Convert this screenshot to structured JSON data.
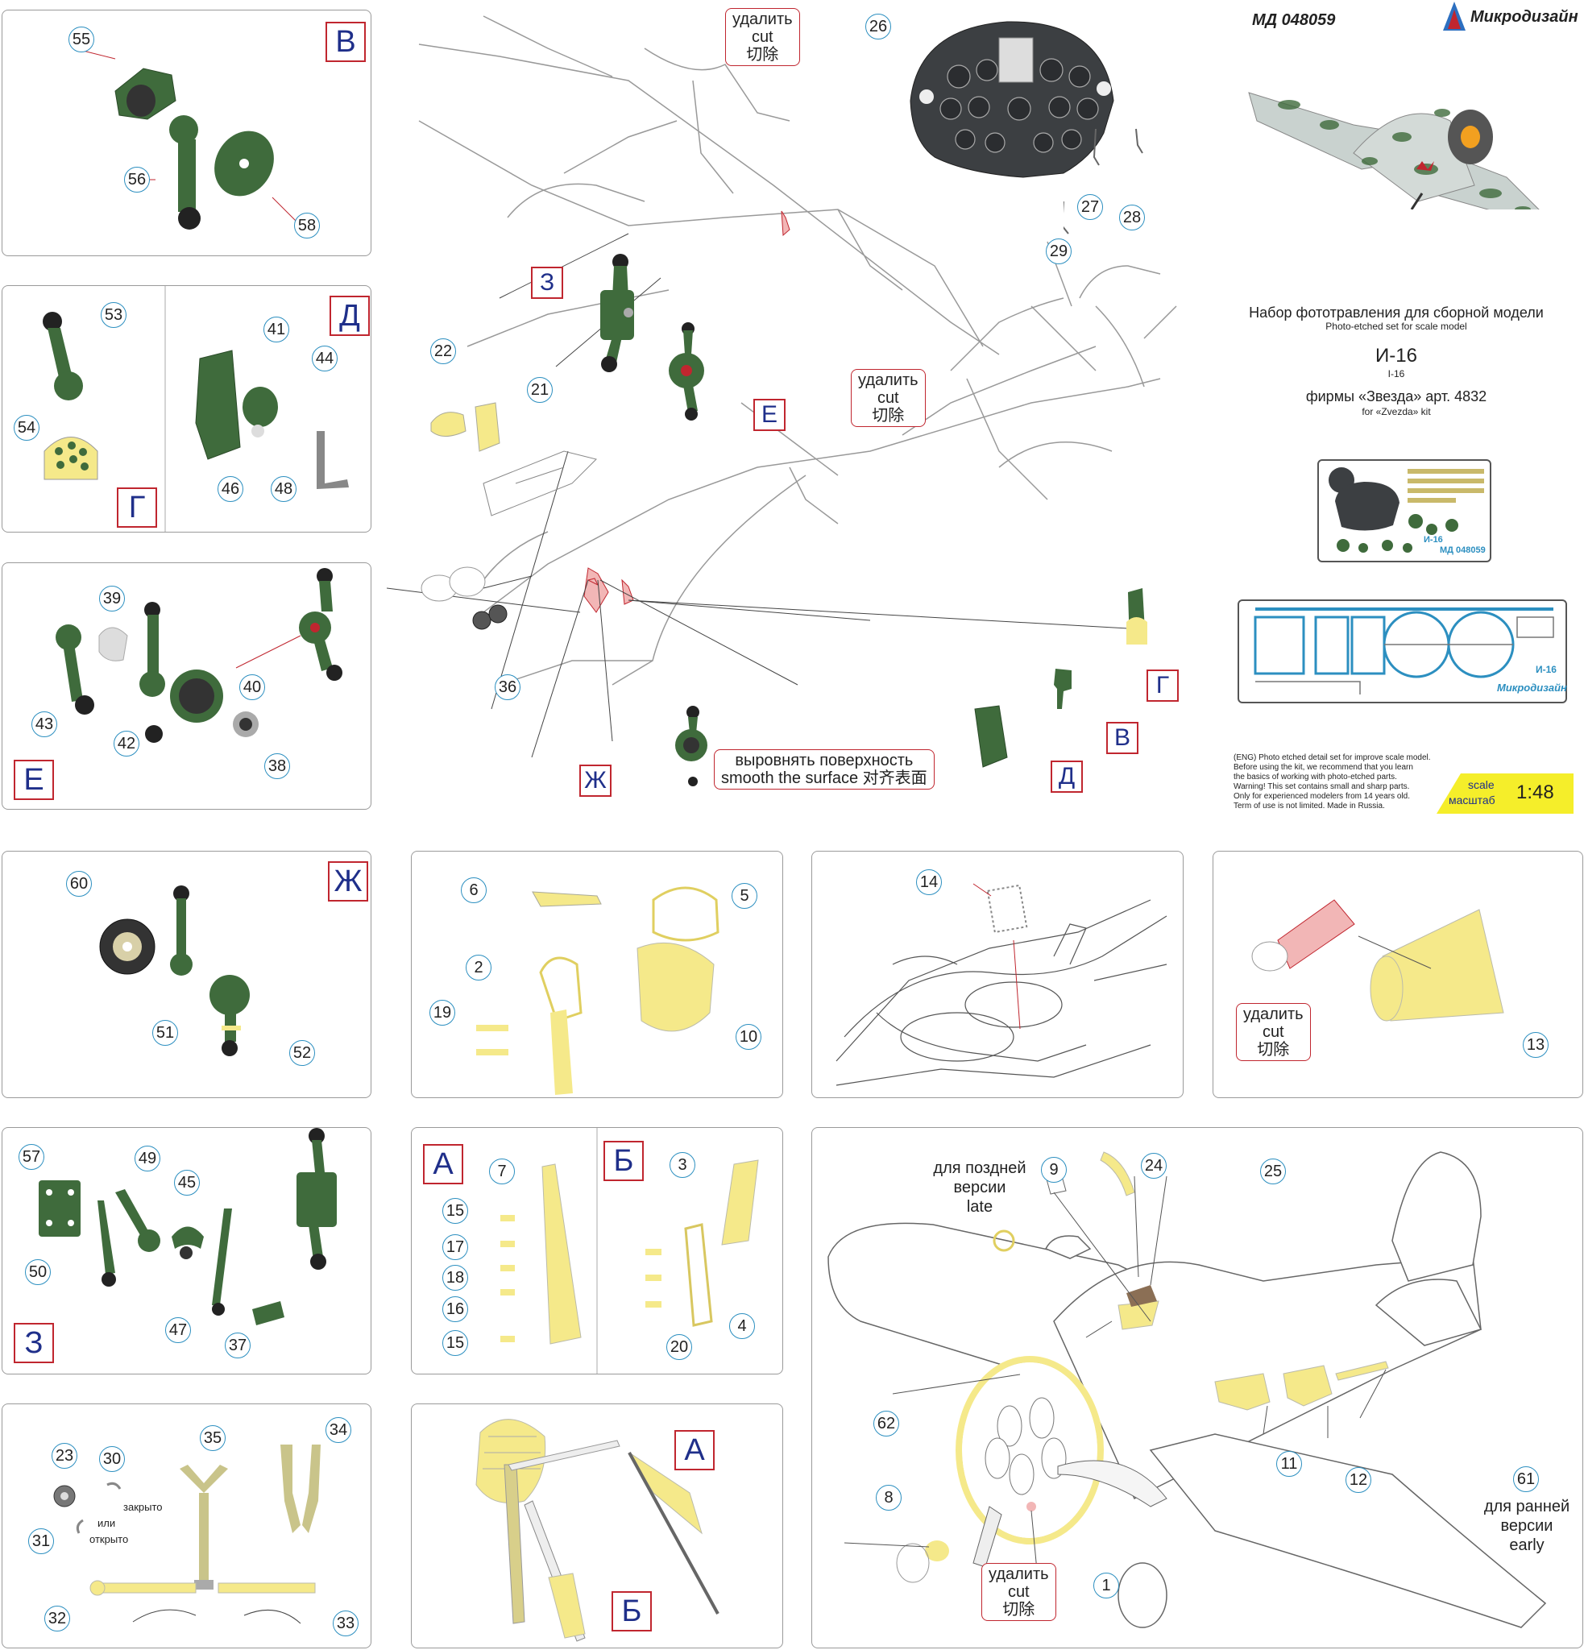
{
  "header": {
    "code": "МД 048059",
    "brand": "Микродизайн",
    "title_ru": "Набор фототравления для сборной модели",
    "title_en": "Photo-etched set for scale model",
    "model_ru": "И-16",
    "model_en": "I-16",
    "kit_ru": "фирмы «Звезда» арт. 4832",
    "kit_en": "for «Zvezda» kit",
    "fret1_label": "И-16",
    "fret1_code": "МД 048059",
    "fret2_label": "И-16",
    "fret2_brand": "Микродизайн",
    "warning_lines": [
      "(ENG) Photo etched detail set for improve scale model.",
      "Before using the kit, we recommend that you learn",
      "the basics of working with photo-etched parts.",
      "Warning! This set contains small and sharp parts.",
      "Only for experienced modelers from 14 years old.",
      "Term of use is not limited. Made in Russia."
    ],
    "scale_label_en": "scale",
    "scale_label_ru": "масштаб",
    "scale_value": "1:48"
  },
  "callouts": {
    "cut1": [
      "удалить",
      "cut",
      "切除"
    ],
    "cut2": [
      "удалить",
      "cut",
      "切除"
    ],
    "smooth": [
      "выровнять поверхность",
      "smooth the surface 对齐表面"
    ],
    "cut3": [
      "удалить",
      "cut",
      "切除"
    ],
    "cut4": [
      "удалить",
      "cut",
      "切除"
    ],
    "late": [
      "для поздней",
      "версии",
      "late"
    ],
    "early": [
      "для ранней",
      "версии",
      "early"
    ],
    "closed": "закрыто",
    "or": "или",
    "open": "открыто"
  },
  "letters": {
    "V": "В",
    "G": "Г",
    "D": "Д",
    "E": "Е",
    "Zh": "Ж",
    "Z": "З",
    "A": "А",
    "B": "Б"
  },
  "colors": {
    "green": "#3f6b3c",
    "yellow": "#f5e98a",
    "pink": "#f2b6b6",
    "blue": "#2c8fc0",
    "red": "#c0262f",
    "scale_bg": "#f5ee2a",
    "panel_dark": "#3c3f42"
  },
  "part_numbers": {
    "p55": "55",
    "p56": "56",
    "p58": "58",
    "p53": "53",
    "p54": "54",
    "p41": "41",
    "p44": "44",
    "p46": "46",
    "p48": "48",
    "p39": "39",
    "p43": "43",
    "p42": "42",
    "p40": "40",
    "p38": "38",
    "p22": "22",
    "p21": "21",
    "p36": "36",
    "p26": "26",
    "p27": "27",
    "p28": "28",
    "p29": "29",
    "p60": "60",
    "p51": "51",
    "p52": "52",
    "p6": "6",
    "p5": "5",
    "p2": "2",
    "p19": "19",
    "p10": "10",
    "p14": "14",
    "p13": "13",
    "p57": "57",
    "p49": "49",
    "p45": "45",
    "p50": "50",
    "p47": "47",
    "p37": "37",
    "p7": "7",
    "p15a": "15",
    "p17": "17",
    "p18": "18",
    "p16": "16",
    "p15b": "15",
    "p3": "3",
    "p4": "4",
    "p20": "20",
    "p9": "9",
    "p24": "24",
    "p25": "25",
    "p62": "62",
    "p11": "11",
    "p12": "12",
    "p61": "61",
    "p8": "8",
    "p1": "1",
    "p23": "23",
    "p30": "30",
    "p35": "35",
    "p34": "34",
    "p31": "31",
    "p32": "32",
    "p33": "33"
  }
}
